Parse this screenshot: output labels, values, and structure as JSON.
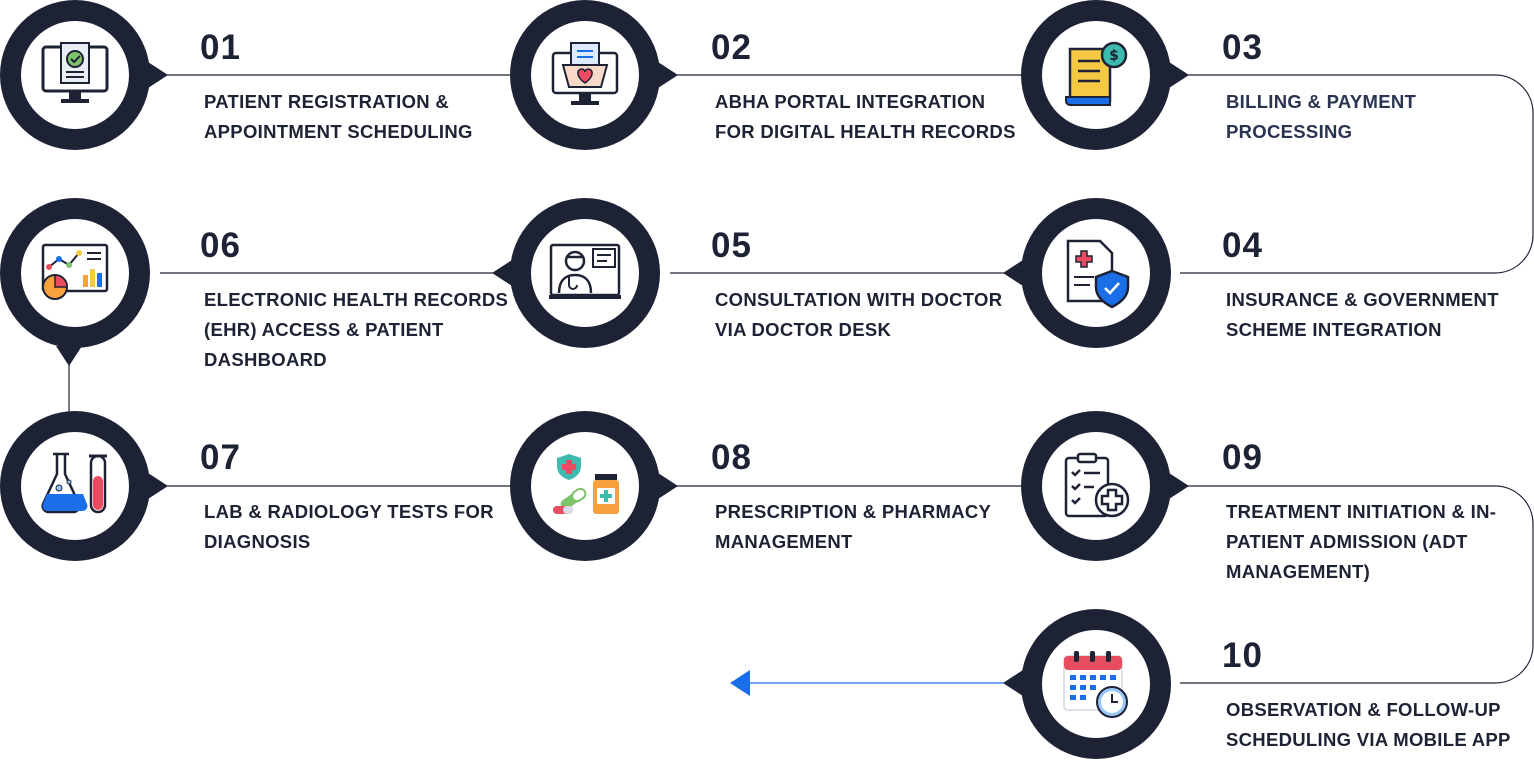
{
  "steps": [
    {
      "number": "01",
      "label": "PATIENT REGISTRATION & APPOINTMENT SCHEDULING",
      "icon": "registration-monitor-icon"
    },
    {
      "number": "02",
      "label": "ABHA PORTAL INTEGRATION FOR DIGITAL HEALTH RECORDS",
      "icon": "health-records-monitor-icon"
    },
    {
      "number": "03",
      "label": "BILLING & PAYMENT PROCESSING",
      "icon": "billing-receipt-icon"
    },
    {
      "number": "04",
      "label": "INSURANCE & GOVERNMENT SCHEME INTEGRATION",
      "icon": "insurance-shield-icon"
    },
    {
      "number": "05",
      "label": "CONSULTATION WITH DOCTOR VIA DOCTOR DESK",
      "icon": "doctor-desk-icon"
    },
    {
      "number": "06",
      "label": "ELECTRONIC HEALTH RECORDS (EHR) ACCESS & PATIENT DASHBOARD",
      "icon": "dashboard-chart-icon"
    },
    {
      "number": "07",
      "label": "LAB & RADIOLOGY TESTS FOR DIAGNOSIS",
      "icon": "lab-flask-icon"
    },
    {
      "number": "08",
      "label": "PRESCRIPTION & PHARMACY MANAGEMENT",
      "icon": "pharmacy-pills-icon"
    },
    {
      "number": "09",
      "label": "TREATMENT INITIATION & IN-PATIENT ADMISSION (ADT MANAGEMENT)",
      "icon": "clipboard-checklist-icon"
    },
    {
      "number": "10",
      "label": "OBSERVATION & FOLLOW-UP SCHEDULING VIA MOBILE APP",
      "icon": "calendar-clock-icon"
    }
  ],
  "colors": {
    "circle": "#1e2235",
    "text": "#1e2235",
    "end_arrow": "#1a6ee8"
  }
}
